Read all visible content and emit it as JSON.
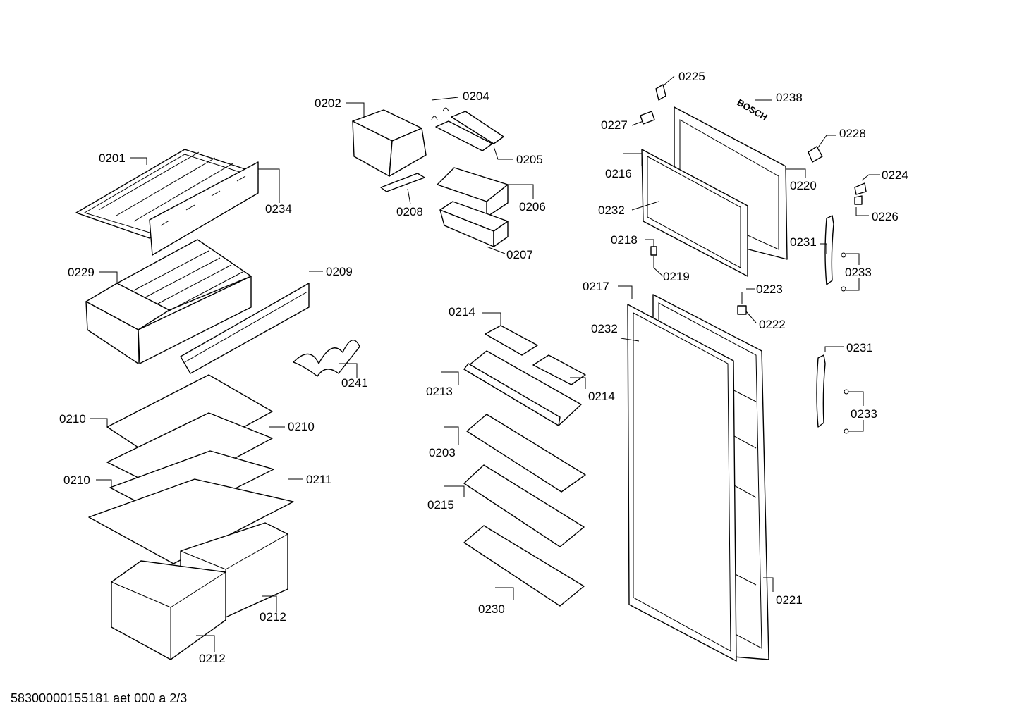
{
  "brand_logo_text": "BOSCH",
  "footer": "58300000155181 aet 000 a 2/3",
  "callouts": [
    "0201",
    "0234",
    "0229",
    "0209",
    "0241",
    "0210",
    "0210",
    "0210",
    "0211",
    "0212",
    "0212",
    "0202",
    "0204",
    "0205",
    "0208",
    "0206",
    "0207",
    "0214",
    "0213",
    "0214",
    "0203",
    "0215",
    "0230",
    "0225",
    "0238",
    "0227",
    "0228",
    "0216",
    "0220",
    "0224",
    "0232",
    "0226",
    "0218",
    "0231",
    "0219",
    "0233",
    "0217",
    "0223",
    "0222",
    "0232",
    "0231",
    "0233",
    "0221"
  ]
}
